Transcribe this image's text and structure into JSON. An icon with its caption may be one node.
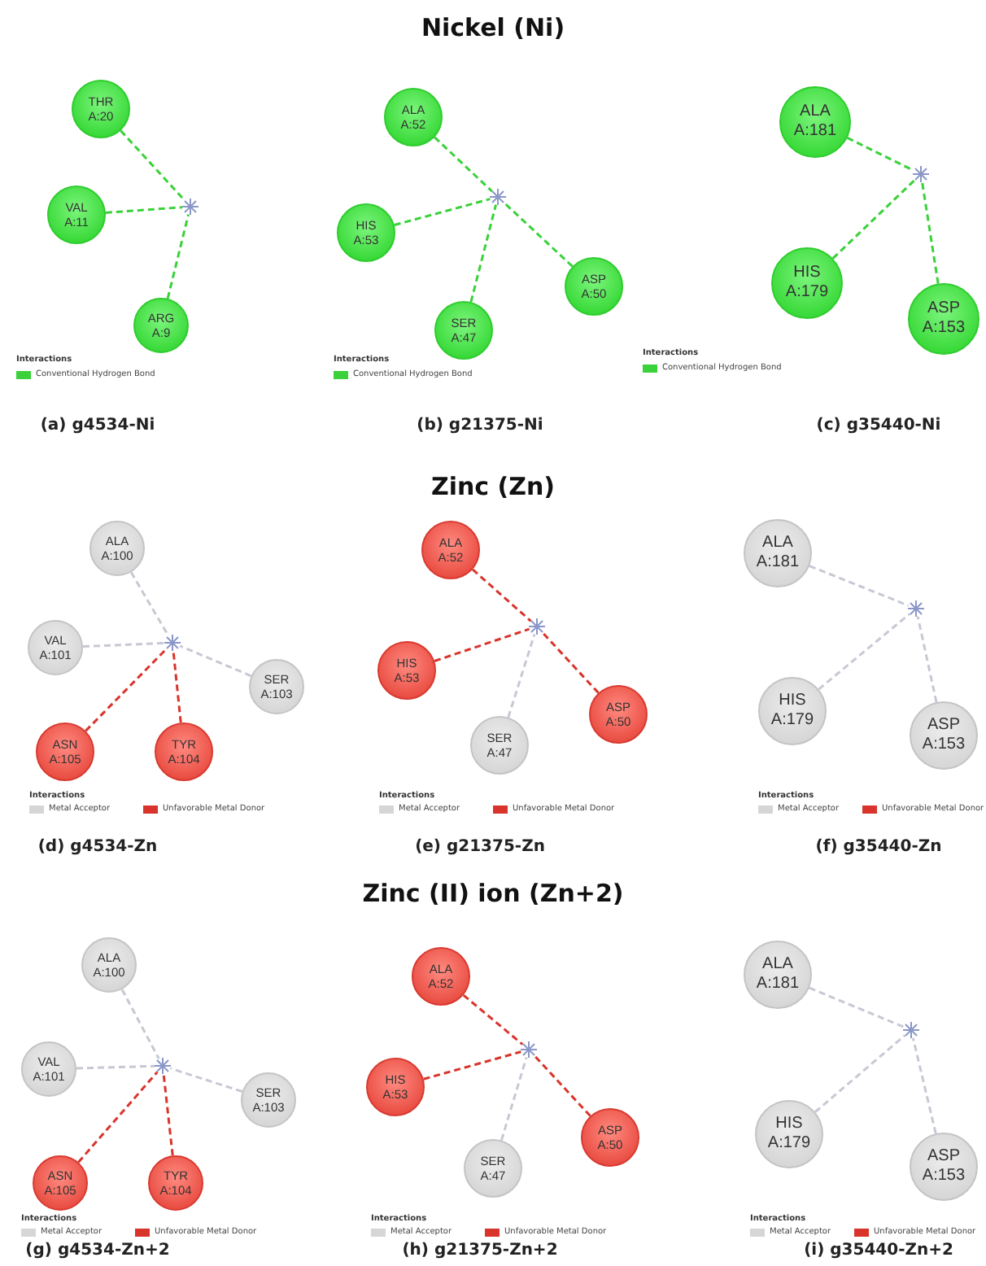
{
  "diagram": {
    "nodes": [
      {
        "text": [
          "THR A:20"
        ]
      },
      {
        "text": [],
        "shape": "star"
      },
      {
        "text": [
          "VAL A:11"
        ]
      },
      {
        "text": [
          "ARG A:9"
        ]
      },
      {
        "text": [
          "ALA A:52"
        ]
      },
      {
        "text": [],
        "shape": "star"
      },
      {
        "text": [
          "HIS A:53"
        ]
      },
      {
        "text": [
          "ASP A:50"
        ]
      },
      {
        "text": [
          "SER A:47"
        ]
      },
      {
        "text": [
          "ALA A:181"
        ]
      },
      {
        "text": [],
        "shape": "star"
      },
      {
        "text": [
          "HIS A:179"
        ]
      },
      {
        "text": [
          "ASP A:153"
        ]
      },
      {
        "text": [
          "ALA A:100"
        ]
      },
      {
        "text": [],
        "shape": "star"
      },
      {
        "text": [
          "VAL A:101"
        ]
      },
      {
        "text": [
          "SER A:103"
        ]
      },
      {
        "text": [
          "ASN A:105"
        ]
      },
      {
        "text": [
          "TYR A:104"
        ]
      },
      {
        "text": [
          "ALA A:52"
        ]
      },
      {
        "text": [],
        "shape": "star"
      },
      {
        "text": [
          "HIS A:53"
        ]
      },
      {
        "text": [
          "ASP A:50"
        ]
      },
      {
        "text": [
          "SER A:47"
        ]
      },
      {
        "text": [
          "ALA A:181"
        ]
      },
      {
        "text": [],
        "shape": "star"
      },
      {
        "text": [
          "HIS A:179"
        ]
      },
      {
        "text": [
          "ASP A:153"
        ]
      },
      {
        "text": [
          "ALA A:100"
        ]
      },
      {
        "text": [],
        "shape": "star"
      },
      {
        "text": [
          "VAL A:101"
        ]
      },
      {
        "text": [
          "SER A:103"
        ]
      },
      {
        "text": [
          "ASN A:105"
        ]
      },
      {
        "text": [
          "TYR A:104"
        ]
      },
      {
        "text": [
          "ALA A:52"
        ]
      },
      {
        "text": [],
        "shape": "star"
      },
      {
        "text": [
          "HIS A:53"
        ]
      },
      {
        "text": [
          "ASP A:50"
        ]
      },
      {
        "text": [
          "SER A:47"
        ]
      },
      {
        "text": [
          "ALA A:181"
        ]
      },
      {
        "text": [],
        "shape": "star"
      },
      {
        "text": [
          "HIS A:179"
        ]
      },
      {
        "text": [
          "ASP A:153"
        ]
      }
    ],
    "edges": [
      {
        "from": 0,
        "to": 1,
        "arrow": "none",
        "style": "dashed",
        "color": "#3ad13a"
      },
      {
        "from": 2,
        "to": 1,
        "arrow": "none",
        "style": "dashed",
        "color": "#3ad13a"
      },
      {
        "from": 3,
        "to": 1,
        "arrow": "none",
        "style": "dashed",
        "color": "#3ad13a"
      },
      {
        "from": 4,
        "to": 5,
        "arrow": "none",
        "style": "dashed",
        "color": "#3ad13a"
      },
      {
        "from": 6,
        "to": 5,
        "arrow": "none",
        "style": "dashed",
        "color": "#3ad13a"
      },
      {
        "from": 7,
        "to": 5,
        "arrow": "none",
        "style": "dashed",
        "color": "#3ad13a"
      },
      {
        "from": 8,
        "to": 5,
        "arrow": "none",
        "style": "dashed",
        "color": "#3ad13a"
      },
      {
        "from": 9,
        "to": 10,
        "arrow": "none",
        "style": "dashed",
        "color": "#3ad13a"
      },
      {
        "from": 11,
        "to": 10,
        "arrow": "none",
        "style": "dashed",
        "color": "#3ad13a"
      },
      {
        "from": 12,
        "to": 10,
        "arrow": "none",
        "style": "dashed",
        "color": "#3ad13a"
      },
      {
        "from": 13,
        "to": 14,
        "arrow": "none",
        "style": "dashed"
      },
      {
        "from": 15,
        "to": 14,
        "arrow": "none",
        "style": "dashed"
      },
      {
        "from": 16,
        "to": 14,
        "arrow": "none",
        "style": "dashed"
      },
      {
        "from": 17,
        "to": 14,
        "arrow": "none",
        "style": "dashed",
        "color": "#d9342b"
      },
      {
        "from": 18,
        "to": 14,
        "arrow": "none",
        "style": "dashed",
        "color": "#d9342b"
      },
      {
        "from": 19,
        "to": 20,
        "arrow": "none",
        "style": "dashed",
        "color": "#d9342b"
      },
      {
        "from": 21,
        "to": 20,
        "arrow": "none",
        "style": "dashed",
        "color": "#d9342b"
      },
      {
        "from": 22,
        "to": 20,
        "arrow": "none",
        "style": "dashed",
        "color": "#d9342b"
      },
      {
        "from": 23,
        "to": 20,
        "arrow": "none",
        "style": "dashed"
      },
      {
        "from": 24,
        "to": 25,
        "arrow": "none",
        "style": "dashed"
      },
      {
        "from": 26,
        "to": 25,
        "arrow": "none",
        "style": "dashed"
      },
      {
        "from": 27,
        "to": 25,
        "arrow": "none",
        "style": "dashed"
      },
      {
        "from": 28,
        "to": 29,
        "arrow": "none",
        "style": "dashed"
      },
      {
        "from": 30,
        "to": 29,
        "arrow": "none",
        "style": "dashed"
      },
      {
        "from": 31,
        "to": 29,
        "arrow": "none",
        "style": "dashed"
      },
      {
        "from": 32,
        "to": 29,
        "arrow": "none",
        "style": "dashed",
        "color": "#d9342b"
      },
      {
        "from": 33,
        "to": 29,
        "arrow": "none",
        "style": "dashed",
        "color": "#d9342b"
      },
      {
        "from": 34,
        "to": 35,
        "arrow": "none",
        "style": "dashed",
        "color": "#d9342b"
      },
      {
        "from": 36,
        "to": 35,
        "arrow": "none",
        "style": "dashed",
        "color": "#d9342b"
      },
      {
        "from": 37,
        "to": 35,
        "arrow": "none",
        "style": "dashed",
        "color": "#d9342b"
      },
      {
        "from": 38,
        "to": 35,
        "arrow": "none",
        "style": "dashed"
      },
      {
        "from": 39,
        "to": 40,
        "arrow": "none",
        "style": "dashed"
      },
      {
        "from": 41,
        "to": 40,
        "arrow": "none",
        "style": "dashed"
      },
      {
        "from": 42,
        "to": 40,
        "arrow": "none",
        "style": "dashed"
      }
    ],
    "labels": [
      "Nickel (Ni)",
      "Interactions",
      "Interactions",
      "Interactions",
      "(a) g4534-Ni",
      "(b) g21375-Ni",
      "(c) g35440-Ni",
      "Zinc (Zn)",
      "Interactions",
      "Interactions",
      "Interactions",
      "(d) g4534-Zn",
      "(e) g21375-Zn",
      "(f) g35440-Zn",
      "Zinc (II) ion (Zn+2)",
      "Interactions",
      "Interactions",
      "Interactions",
      "(g) g4534-Zn+2",
      "(h) g21375-Zn+2",
      "(i) g35440-Zn+2"
    ],
    "legend": [
      {
        "text": "Conventional Hydrogen Bond",
        "color": "#3ad13a"
      },
      {
        "text": "Conventional Hydrogen Bond",
        "color": "#3ad13a"
      },
      {
        "text": "Conventional Hydrogen Bond",
        "color": "#3ad13a"
      },
      {
        "text": "Metal Acceptor",
        "color": "#d6d6d6"
      },
      {
        "text": "Unfavorable Metal Donor",
        "color": "#d9342b"
      },
      {
        "text": "Metal Acceptor",
        "color": "#d6d6d6"
      },
      {
        "text": "Unfavorable Metal Donor",
        "color": "#d9342b"
      },
      {
        "text": "Metal Acceptor",
        "color": "#d6d6d6"
      },
      {
        "text": "Unfavorable Metal Donor",
        "color": "#d9342b"
      },
      {
        "text": "Metal Acceptor",
        "color": "#d6d6d6"
      },
      {
        "text": "Unfavorable Metal Donor",
        "color": "#d9342b"
      },
      {
        "text": "Metal Acceptor",
        "color": "#d6d6d6"
      },
      {
        "text": "Unfavorable Metal Donor",
        "color": "#d9342b"
      },
      {
        "text": "Metal Acceptor",
        "color": "#d6d6d6"
      },
      {
        "text": "Unfavorable Metal Donor",
        "color": "#d9342b"
      }
    ]
  }
}
